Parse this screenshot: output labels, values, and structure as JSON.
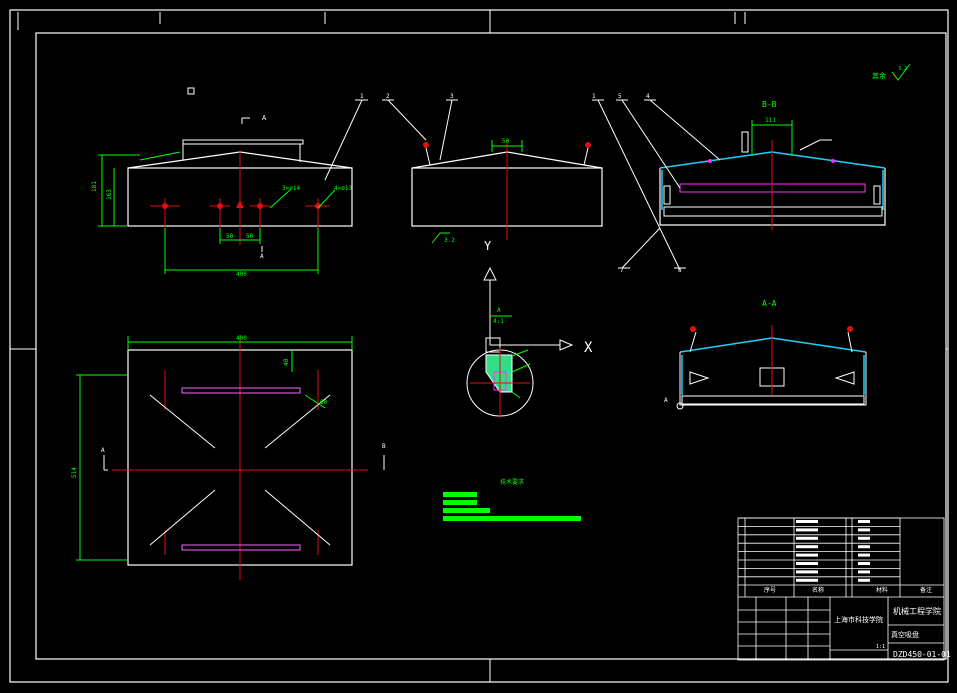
{
  "drawing": {
    "section_bb_label": "B-B",
    "section_aa_label": "A-A",
    "view_a_label": "A",
    "view_b_label": "B",
    "axis_y_label": "Y",
    "axis_x_label": "X",
    "detail_label": "A",
    "detail_scale": "4:1",
    "roughness_note": "其余",
    "roughness_value": "3.2",
    "tech_req_title": "技术要求",
    "leaders": [
      "1",
      "2",
      "3",
      "1",
      "5",
      "4",
      "7",
      "8"
    ],
    "dims": {
      "front_width": "400",
      "front_height_1": "181",
      "front_height_2": "163",
      "front_spacing_1": "50",
      "front_spacing_2": "50",
      "hole_note": "3×ø14",
      "hole_note_2": "4×ø13",
      "side_top": "50",
      "section_top": "111",
      "plan_width": "400",
      "plan_depth": "514",
      "plan_offset": "40",
      "plan_edge": "60"
    }
  },
  "title_block": {
    "school": "机械工程学院",
    "project": "上海市科技学院",
    "part_name": "真空吸盘",
    "drawing_no": "DZD450-01-01",
    "scale": "1:1",
    "col_seq": "序号",
    "col_name": "名称",
    "col_material": "材料",
    "col_remark": "备注"
  }
}
